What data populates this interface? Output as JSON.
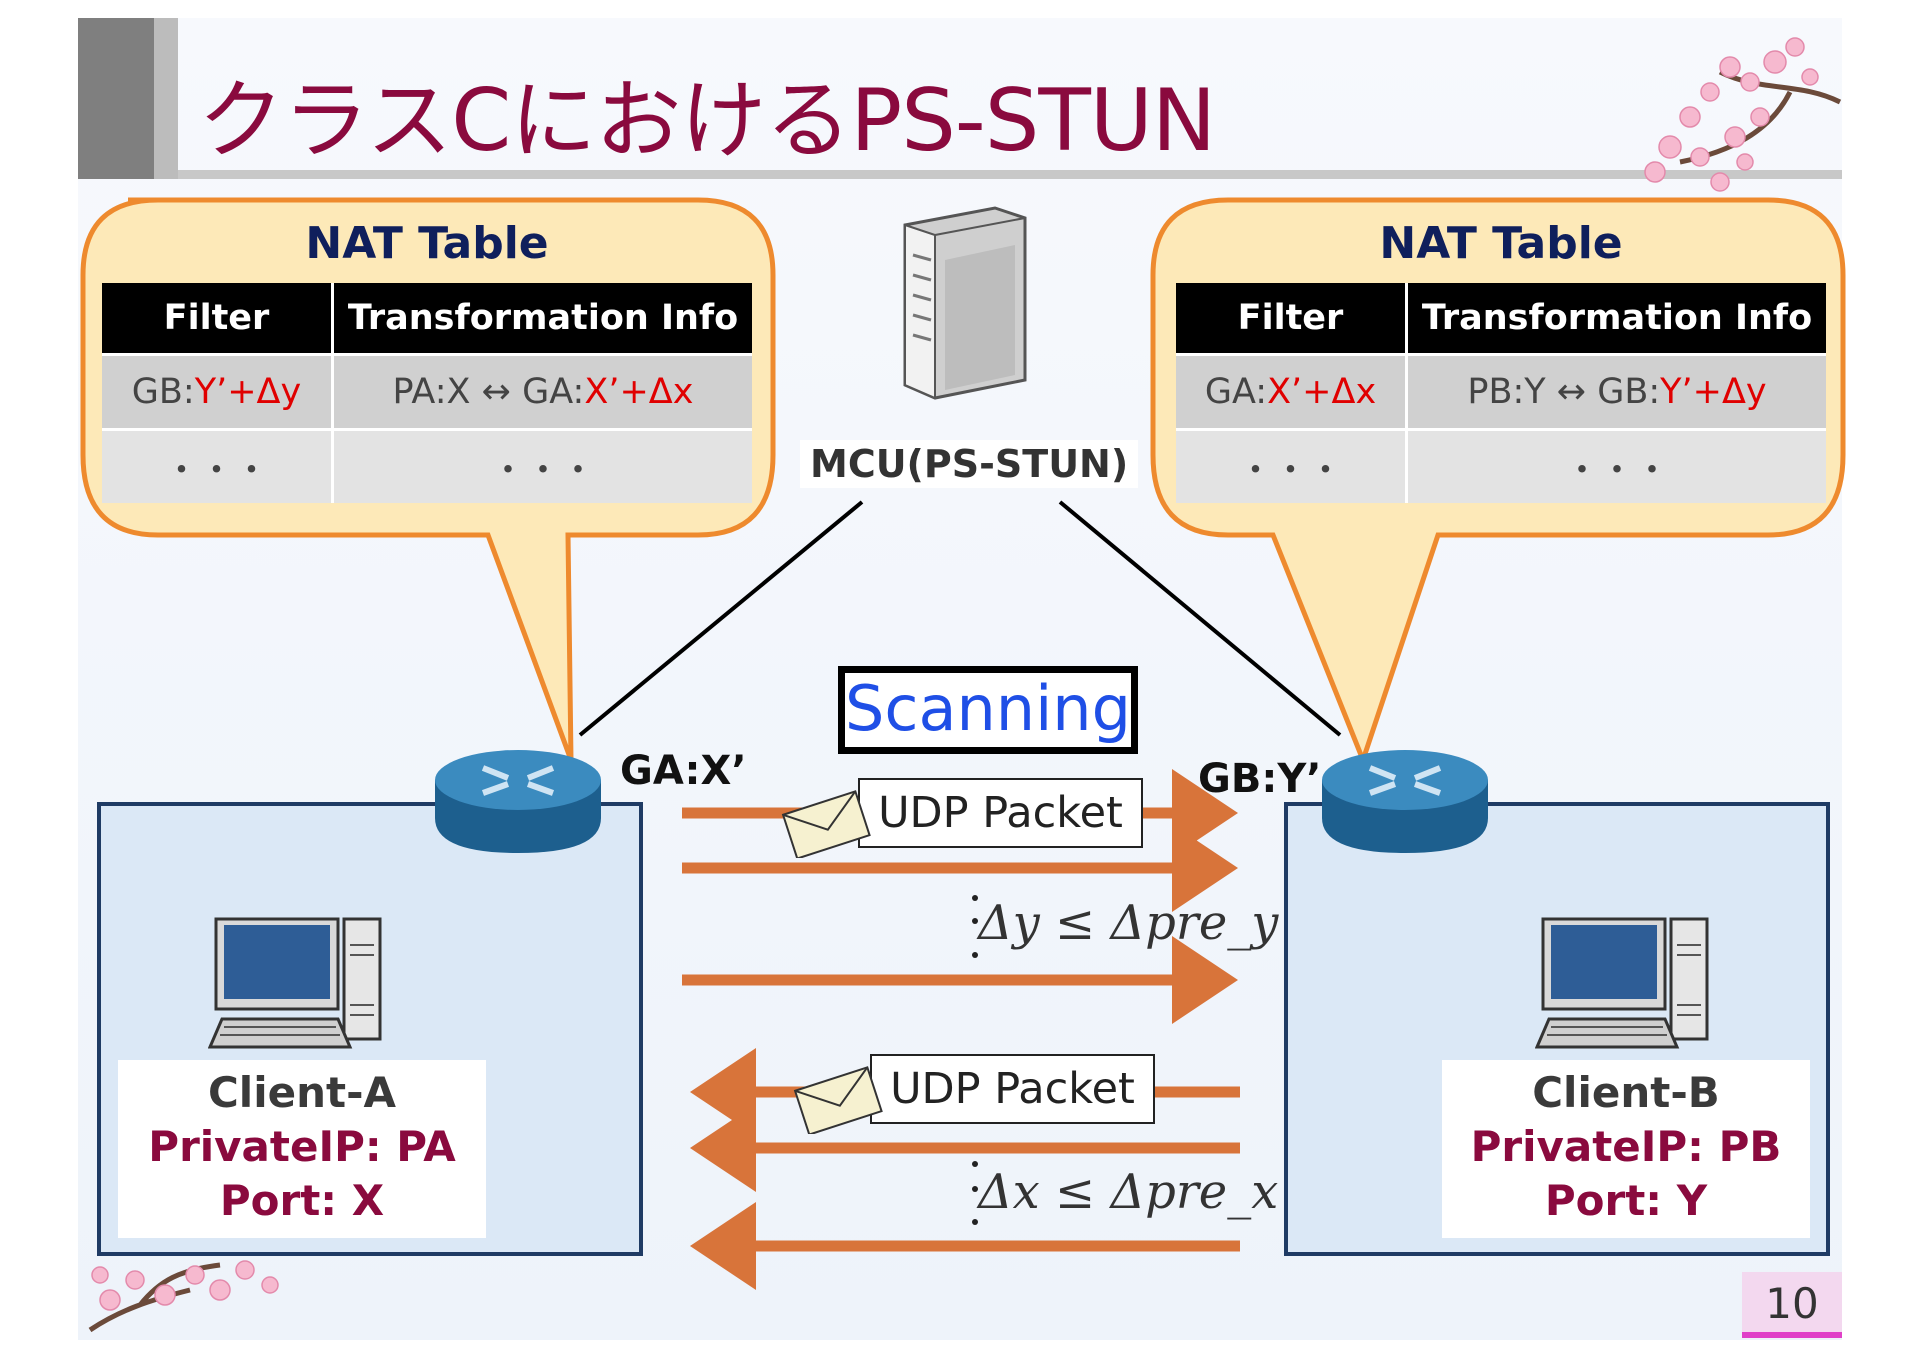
{
  "title": "クラスCにおけるPS-STUN",
  "nat_left": {
    "title": "NAT Table",
    "headers": [
      "Filter",
      "Transformation Info"
    ],
    "row1": {
      "filter_prefix": "GB:",
      "filter_red": "Y’+Δy",
      "trans_prefix": "PA:X ↔ GA:",
      "trans_red": "X’+Δx"
    },
    "row2": {
      "filter": "・・・",
      "trans": "・・・"
    }
  },
  "nat_right": {
    "title": "NAT Table",
    "headers": [
      "Filter",
      "Transformation Info"
    ],
    "row1": {
      "filter_prefix": "GA:",
      "filter_red": "X’+Δx",
      "trans_prefix": "PB:Y ↔ GB:",
      "trans_red": "Y’+Δy"
    },
    "row2": {
      "filter": "・・・",
      "trans": "・・・"
    }
  },
  "mcu_label": "MCU(PS-STUN)",
  "gateway_a": "GA:X’",
  "gateway_b": "GB:Y’",
  "scanning": "Scanning",
  "udp_packet_top": "UDP Packet",
  "udp_packet_bottom": "UDP Packet",
  "cond_top": "Δy ≤ Δpre_y",
  "cond_bottom": "Δx ≤ Δpre_x",
  "client_a": {
    "name": "Client-A",
    "ip": "PrivateIP: PA",
    "port": "Port: X"
  },
  "client_b": {
    "name": "Client-B",
    "ip": "PrivateIP: PB",
    "port": "Port: Y"
  },
  "page_number": "10",
  "colors": {
    "title": "#8a0a3e",
    "arrow": "#d8743a",
    "bubble_fill": "#fde9b8",
    "bubble_stroke": "#ee8a2e",
    "scanning": "#1f4fe6",
    "red": "#e00000"
  }
}
